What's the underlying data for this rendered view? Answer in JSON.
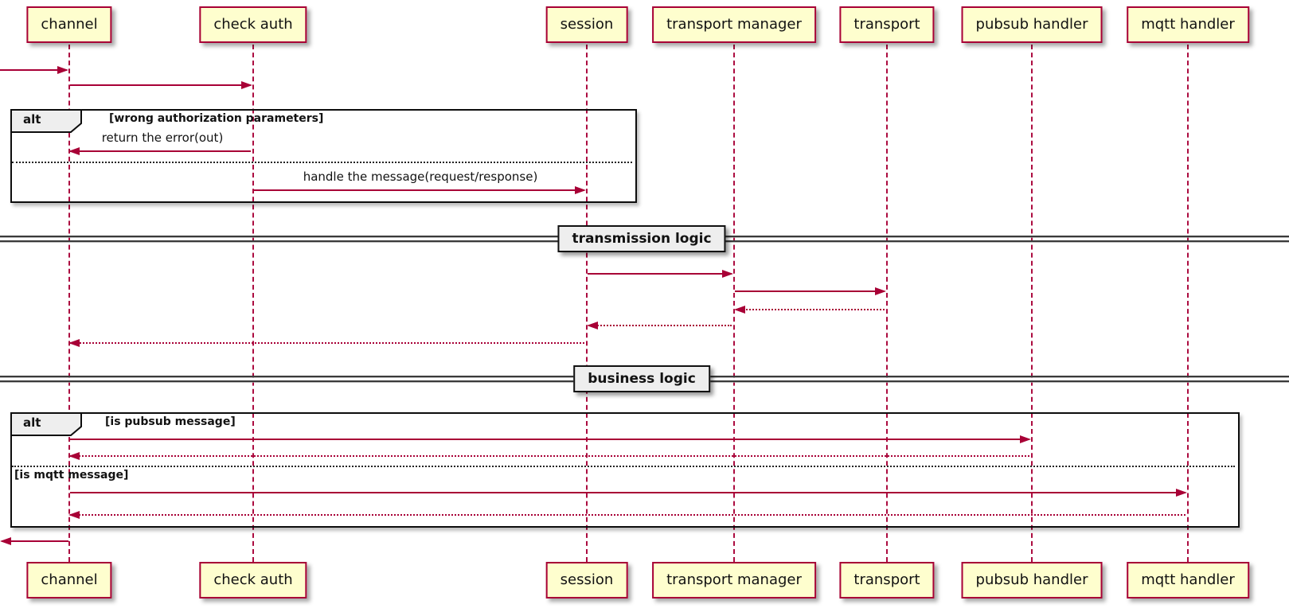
{
  "diagram_type": "sequence",
  "colors": {
    "participant_fill": "#FEFECE",
    "participant_border": "#A80036",
    "arrow": "#A80036",
    "lifeline": "#A80036",
    "frame_border": "#000000",
    "frame_header_fill": "#EEEEEE",
    "divider_fill": "#EEEEEE",
    "background": "#FFFFFF"
  },
  "participants": [
    {
      "name": "channel"
    },
    {
      "name": "check auth"
    },
    {
      "name": "session"
    },
    {
      "name": "transport manager"
    },
    {
      "name": "transport"
    },
    {
      "name": "pubsub handler"
    },
    {
      "name": "mqtt handler"
    }
  ],
  "frames": {
    "alt1": {
      "keyword": "alt",
      "condition": "[wrong authorization parameters]"
    },
    "alt2": {
      "keyword": "alt",
      "condition": "[is pubsub message]",
      "else_condition": "[is mqtt message]"
    }
  },
  "dividers": [
    {
      "label": "transmission logic"
    },
    {
      "label": "business logic"
    }
  ],
  "messages": [
    {
      "from": "external",
      "to": "channel",
      "style": "solid",
      "label": ""
    },
    {
      "from": "channel",
      "to": "check auth",
      "style": "solid",
      "label": ""
    },
    {
      "from": "check auth",
      "to": "channel",
      "style": "solid",
      "label": "return the error(out)"
    },
    {
      "from": "check auth",
      "to": "session",
      "style": "solid",
      "label": "handle the message(request/response)"
    },
    {
      "from": "session",
      "to": "transport manager",
      "style": "solid",
      "label": ""
    },
    {
      "from": "transport manager",
      "to": "transport",
      "style": "solid",
      "label": ""
    },
    {
      "from": "transport",
      "to": "transport manager",
      "style": "dotted",
      "label": ""
    },
    {
      "from": "transport manager",
      "to": "session",
      "style": "dotted",
      "label": ""
    },
    {
      "from": "session",
      "to": "channel",
      "style": "dotted",
      "label": ""
    },
    {
      "from": "channel",
      "to": "pubsub handler",
      "style": "solid",
      "label": ""
    },
    {
      "from": "pubsub handler",
      "to": "channel",
      "style": "dotted",
      "label": ""
    },
    {
      "from": "channel",
      "to": "mqtt handler",
      "style": "solid",
      "label": ""
    },
    {
      "from": "mqtt handler",
      "to": "channel",
      "style": "dotted",
      "label": ""
    },
    {
      "from": "channel",
      "to": "external",
      "style": "solid",
      "label": ""
    }
  ]
}
